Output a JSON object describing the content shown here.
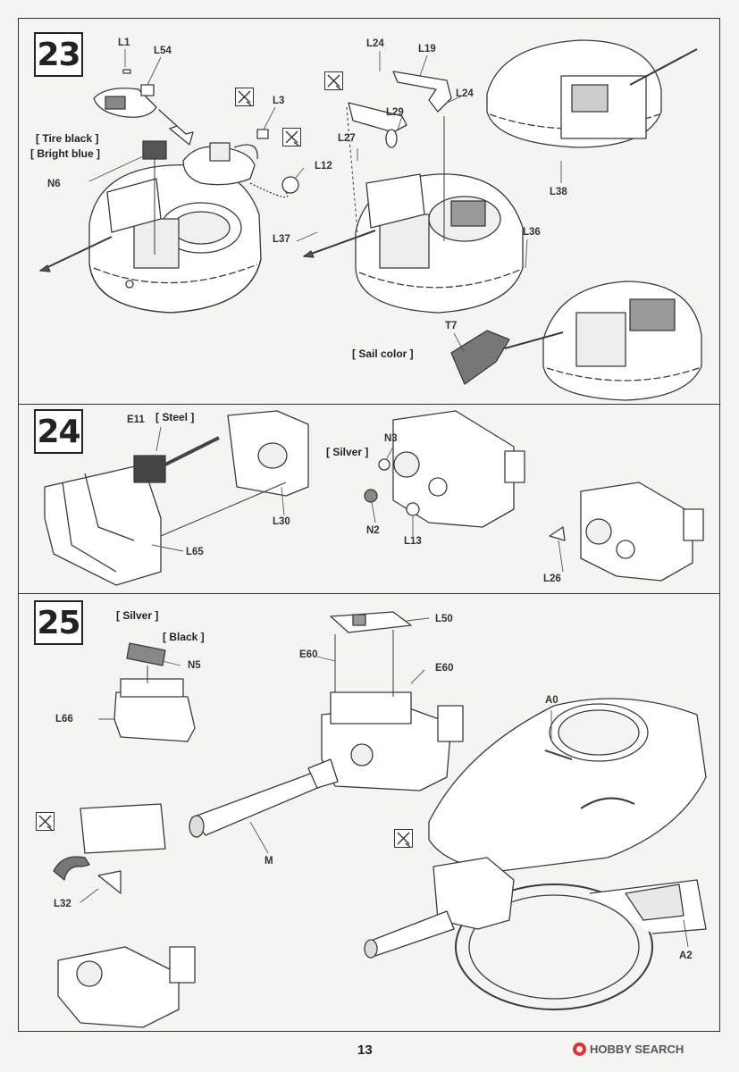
{
  "page_number": "13",
  "watermark": {
    "text": "HOBBY SEARCH"
  },
  "steps": {
    "s23": {
      "number": "23",
      "notes": {
        "tire_black": "[ Tire black ]",
        "bright_blue": "[ Bright blue ]",
        "sail_color": "[ Sail color ]"
      },
      "parts": {
        "L1": "L1",
        "L54": "L54",
        "L3": "L3",
        "N6": "N6",
        "L12": "L12",
        "L24a": "L24",
        "L19": "L19",
        "L24b": "L24",
        "L29": "L29",
        "L27": "L27",
        "L37": "L37",
        "L36": "L36",
        "L38": "L38",
        "T7": "T7"
      }
    },
    "s24": {
      "number": "24",
      "notes": {
        "steel": "[ Steel ]",
        "silver": "[ Silver ]"
      },
      "parts": {
        "E11": "E11",
        "L30": "L30",
        "L65": "L65",
        "N3": "N3",
        "N2": "N2",
        "L13": "L13",
        "L26": "L26"
      }
    },
    "s25": {
      "number": "25",
      "notes": {
        "silver": "[ Silver ]",
        "black": "[ Black ]"
      },
      "parts": {
        "N5": "N5",
        "L66": "L66",
        "L50": "L50",
        "E60a": "E60",
        "E60b": "E60",
        "A0": "A0",
        "M": "M",
        "L32": "L32",
        "A2": "A2"
      }
    }
  },
  "colors": {
    "line": "#3a3a3a",
    "paper": "#f4f4f2",
    "fill": "#ffffff",
    "dark": "#555555"
  }
}
